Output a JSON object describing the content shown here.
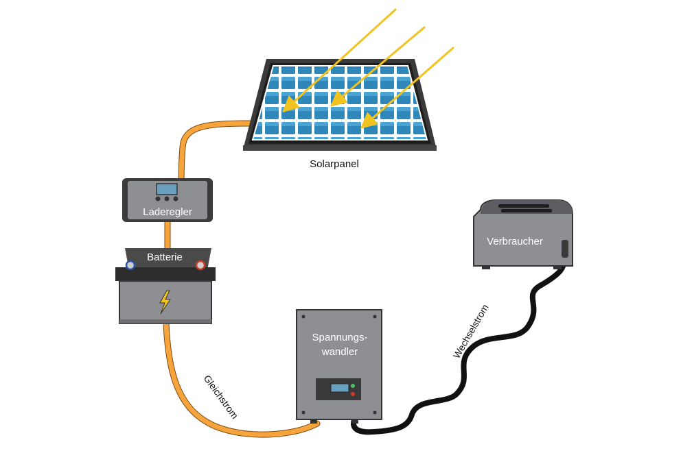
{
  "labels": {
    "solar_panel": "Solarpanel",
    "charge_controller": "Laderegler",
    "battery": "Batterie",
    "inverter_line1": "Spannungs-",
    "inverter_line2": "wandler",
    "consumer": "Verbraucher",
    "dc_current": "Gleichstrom",
    "ac_current": "Wechselstrom"
  },
  "colors": {
    "dc_cable": "#f7a43c",
    "ac_cable": "#111111",
    "sun_ray": "#f2c21e",
    "panel_cell": "#2f86b8",
    "panel_frame": "#3a3a3a",
    "device_body": "#8e8f93",
    "device_label": "#ffffff"
  },
  "icons": [
    "lightning-icon",
    "sun-ray-arrow-icon"
  ]
}
